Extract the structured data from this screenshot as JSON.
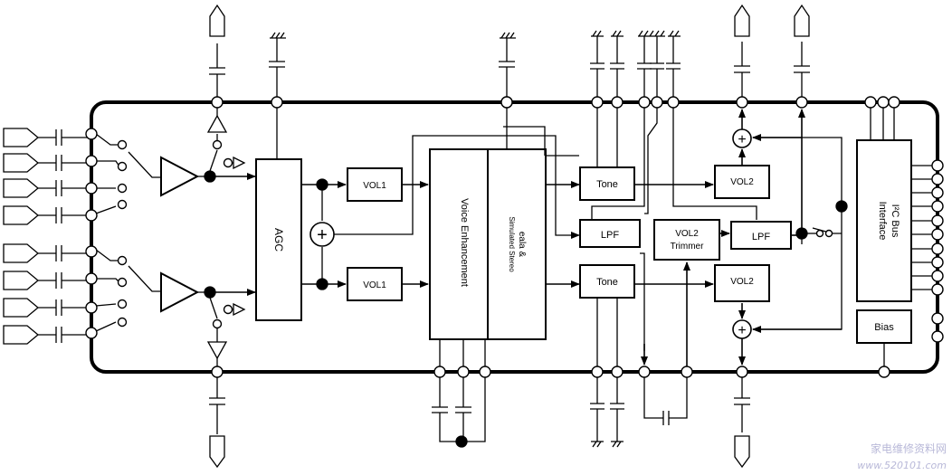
{
  "blocks": {
    "agc": "AGC",
    "vol1_top": "VOL1",
    "vol1_bottom": "VOL1",
    "voice": "Voice Enhancement",
    "eala_line1": "eala &",
    "eala_line2": "Simulated Stereo",
    "tone_top": "Tone",
    "tone_bottom": "Tone",
    "lpf_left": "LPF",
    "lpf_right": "LPF",
    "vol2_trim_line1": "VOL2",
    "vol2_trim_line2": "Trimmer",
    "vol2_top": "VOL2",
    "vol2_bottom": "VOL2",
    "i2c_line1": "I²C Bus",
    "i2c_line2": "Interface",
    "bias": "Bias"
  },
  "symbols": {
    "sum": "+"
  },
  "watermark": {
    "line1": "家电维修资料网",
    "line2": "www.520101.com"
  }
}
